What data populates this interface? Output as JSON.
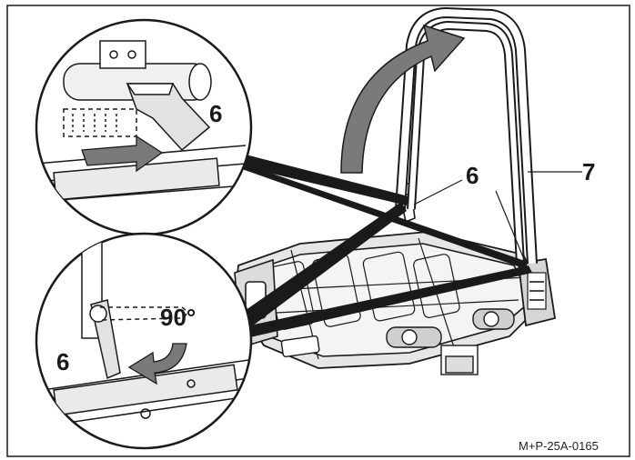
{
  "callouts": {
    "top_inset": "6",
    "bottom_inset": "6",
    "main_lever": "6",
    "main_arm": "7",
    "angle": "90°"
  },
  "reference_code": "M+P-25A-0165",
  "colors": {
    "line": "#1a1a1a",
    "gray_fill": "#7a7a7a",
    "light_fill": "#d9d9d9",
    "background": "#ffffff"
  }
}
